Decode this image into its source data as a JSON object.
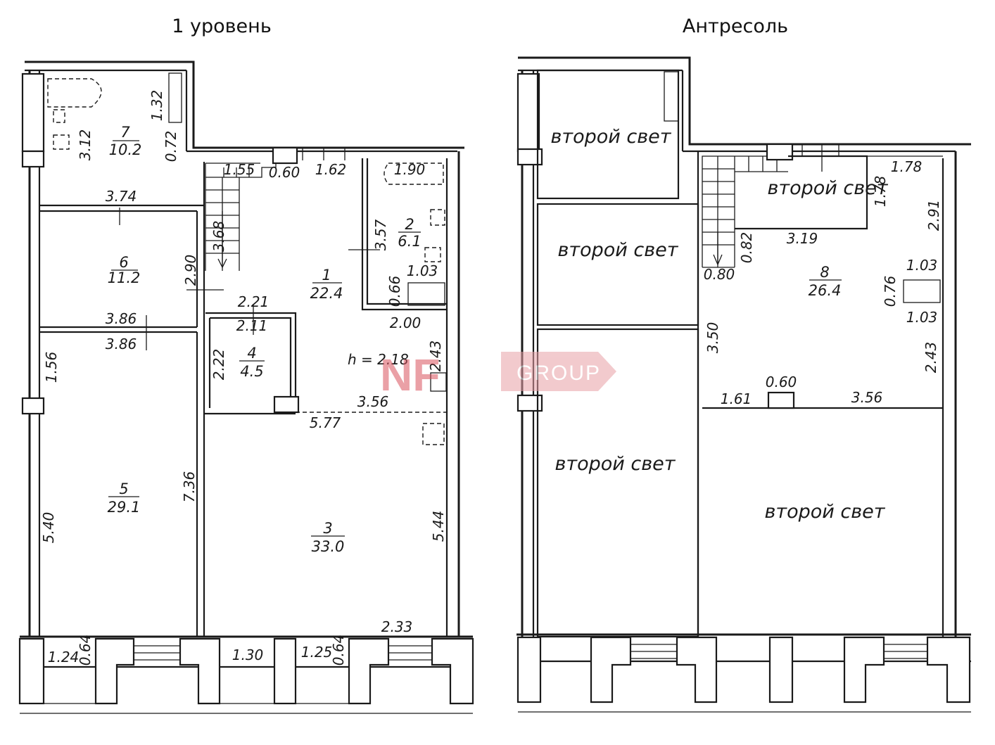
{
  "titles": {
    "left": "1 уровень",
    "right": "Антресоль"
  },
  "watermark": {
    "brand": "NF",
    "label": "GROUP",
    "color": "#d9535f"
  },
  "level1": {
    "rooms": [
      {
        "num": "7",
        "area": "10.2"
      },
      {
        "num": "6",
        "area": "11.2"
      },
      {
        "num": "1",
        "area": "22.4"
      },
      {
        "num": "2",
        "area": "6.1"
      },
      {
        "num": "4",
        "area": "4.5"
      },
      {
        "num": "5",
        "area": "29.1"
      },
      {
        "num": "3",
        "area": "33.0"
      }
    ],
    "height_note": "h = 2.18",
    "dims": [
      "1.32",
      "3.12",
      "0.72",
      "3.74",
      "1.55",
      "0.60",
      "1.62",
      "1.90",
      "3.68",
      "3.57",
      "2.90",
      "1.03",
      "0.66",
      "2.21",
      "2.11",
      "3.86",
      "3.86",
      "2.00",
      "2.43",
      "1.56",
      "2.22",
      "3.56",
      "5.77",
      "7.36",
      "5.40",
      "5.44",
      "2.33",
      "1.24",
      "0.64",
      "1.30",
      "1.25",
      "0.64"
    ]
  },
  "mezzanine": {
    "second_light": "второй свет",
    "room": {
      "num": "8",
      "area": "26.4"
    },
    "dims": [
      "1.78",
      "1.78",
      "2.91",
      "0.82",
      "3.19",
      "0.80",
      "1.03",
      "0.76",
      "1.03",
      "3.50",
      "2.43",
      "0.60",
      "1.61",
      "3.56"
    ]
  }
}
